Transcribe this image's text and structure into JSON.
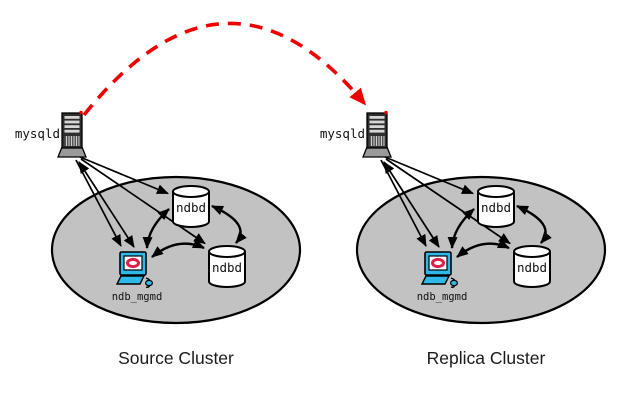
{
  "diagram": {
    "kind": "cluster-replication-topology",
    "replication_link": {
      "style": "dashed-arc",
      "color": "#ee0000",
      "from": "source mysqld",
      "to": "replica mysqld"
    },
    "clusters": [
      {
        "id": "source",
        "caption": "Source Cluster",
        "sql_node": "mysqld",
        "data_nodes": [
          "ndbd",
          "ndbd"
        ],
        "management_node": "ndb_mgmd"
      },
      {
        "id": "replica",
        "caption": "Replica Cluster",
        "sql_node": "mysqld",
        "data_nodes": [
          "ndbd",
          "ndbd"
        ],
        "management_node": "ndb_mgmd"
      }
    ],
    "colors": {
      "cluster_fill": "#c2c2c2",
      "node_fill": "#ffffff",
      "outline": "#000000",
      "replication_arrow": "#ee0000",
      "mgmt_icon": "#2fb9e9",
      "mgmt_icon_logo": "#d8224a",
      "caption_text": "#1b1b1b"
    }
  }
}
